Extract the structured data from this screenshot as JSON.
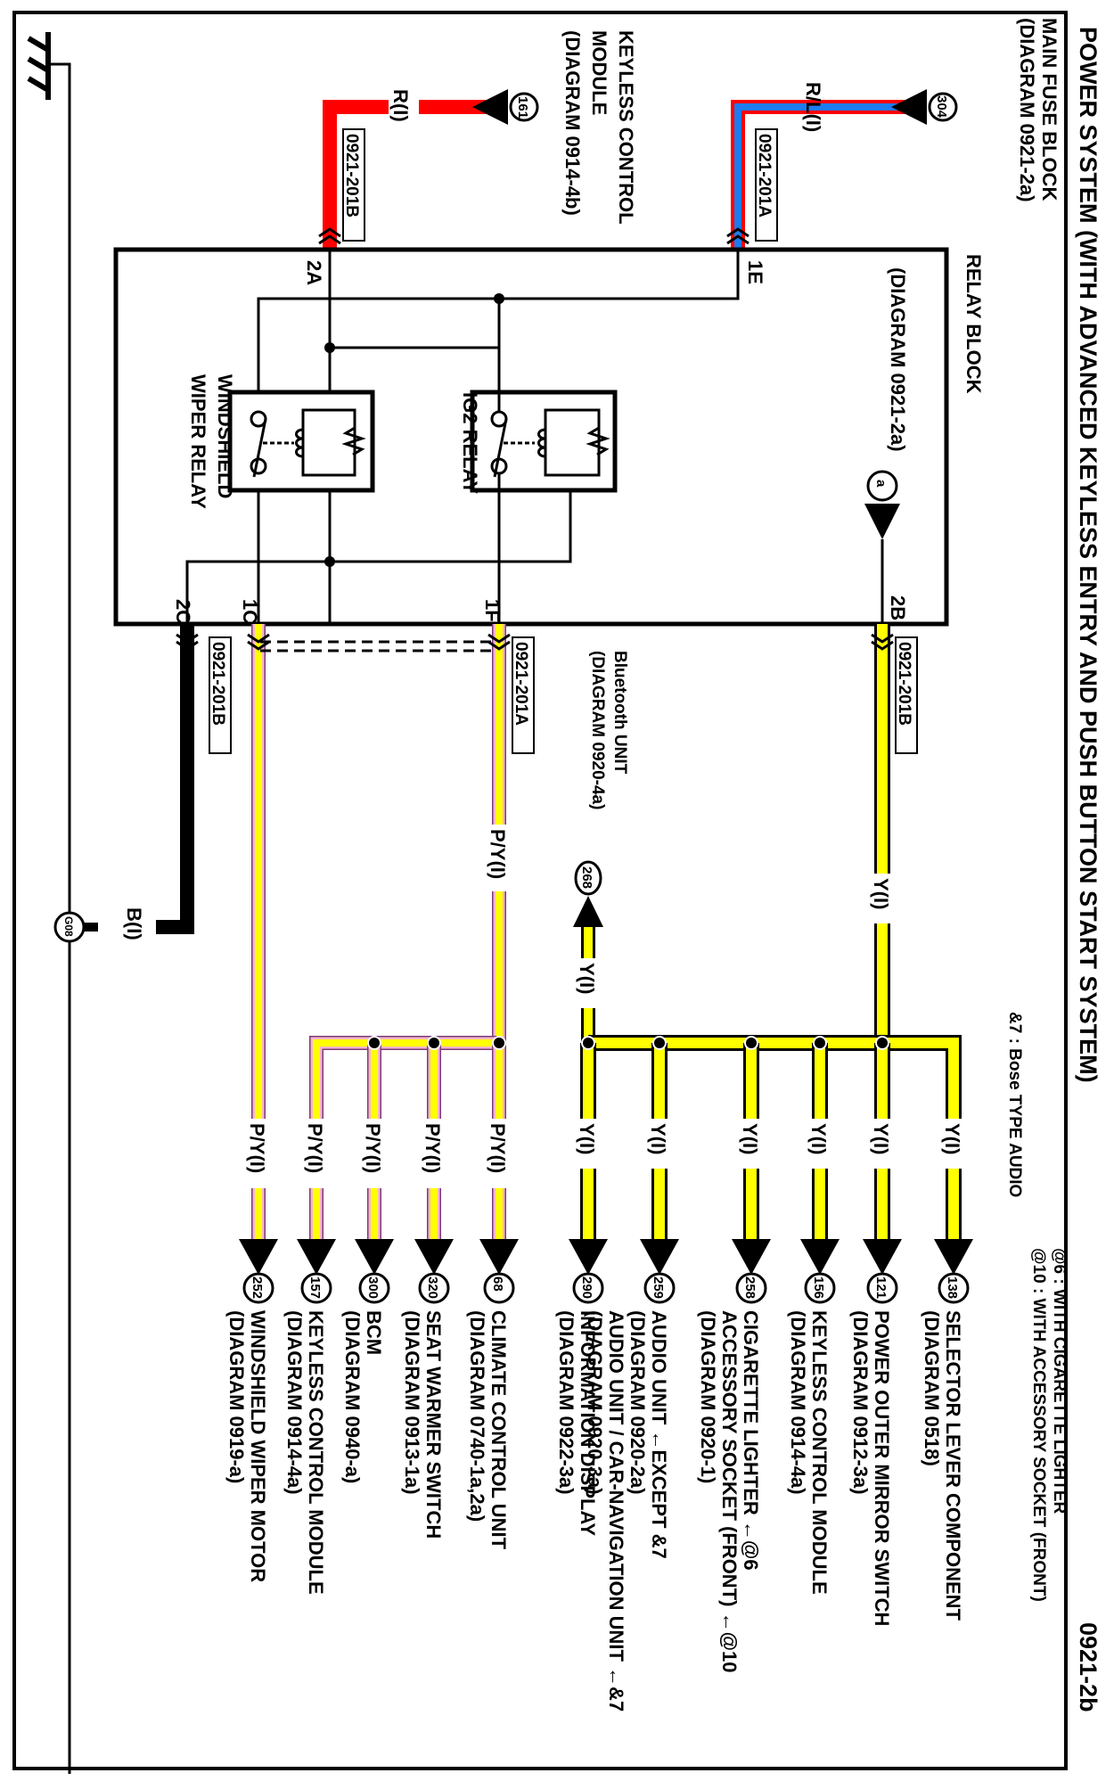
{
  "header": {
    "title": "POWER SYSTEM (WITH ADVANCED KEYLESS ENTRY AND PUSH BUTTON START SYSTEM)",
    "diagram_number": "0921-2b"
  },
  "notes": [
    "@6 : WITH CIGARETTE LIGHTER",
    "@10 : WITH ACCESSORY SOCKET (FRONT)",
    "&7 : Bose TYPE AUDIO"
  ],
  "sources": {
    "main_fuse_block": {
      "label": "MAIN FUSE BLOCK",
      "ref": "(DIAGRAM 0921-2a)",
      "connector": "304",
      "wire": "R/L(I)",
      "harness": "0921-201A",
      "pin": "1E"
    },
    "keyless_control_module": {
      "label1": "KEYLESS CONTROL",
      "label2": "MODULE",
      "ref": "(DIAGRAM 0914-4b)",
      "connector": "161",
      "wire": "R(I)",
      "harness": "0921-201B",
      "pin": "2A"
    }
  },
  "relay_block": {
    "label": "RELAY BLOCK",
    "ref": "(DIAGRAM 0921-2a)",
    "connector_ref": "a",
    "relays": [
      {
        "label1": "IG2 RELAY",
        "label2": ""
      },
      {
        "label1": "WINDSHIELD",
        "label2": "WIPER RELAY"
      }
    ],
    "pins": {
      "p2B": "2B",
      "p1F": "1F",
      "p1C": "1C",
      "p2C": "2C"
    }
  },
  "outputs": {
    "harness_2B": "0921-201B",
    "harness_1F": "0921-201A",
    "harness_2C": "0921-201B",
    "bluetooth": {
      "label": "Bluetooth UNIT",
      "ref": "(DIAGRAM 0920-4a)",
      "connector": "268",
      "wire": "Y(I)"
    },
    "ground": {
      "connector": "G08",
      "wire": "B(I)"
    },
    "trunk_2B_wire": "Y(I)",
    "trunk_1F_wire": "P/Y(I)"
  },
  "destinations": [
    {
      "connector": "138",
      "wire": "Y(I)",
      "lines": [
        "SELECTOR LEVER COMPONENT",
        "(DIAGRAM 0518)"
      ]
    },
    {
      "connector": "121",
      "wire": "Y(I)",
      "lines": [
        "POWER OUTER MIRROR SWITCH",
        "(DIAGRAM 0912-3a)"
      ]
    },
    {
      "connector": "156",
      "wire": "Y(I)",
      "lines": [
        "KEYLESS CONTROL MODULE",
        "(DIAGRAM 0914-4a)"
      ]
    },
    {
      "connector": "258",
      "wire": "Y(I)",
      "lines": [
        "CIGARETTE LIGHTER ←@6",
        "ACCESSORY SOCKET (FRONT) ←@10",
        "(DIAGRAM 0920-1)"
      ]
    },
    {
      "connector": "259",
      "wire": "Y(I)",
      "lines": [
        "AUDIO UNIT ←EXCEPT &7",
        "(DIAGRAM 0920-2a)",
        "AUDIO UNIT / CAR-NAVIGATION UNIT ←&7",
        "(DIAGRAM 0920-3a)"
      ]
    },
    {
      "connector": "290",
      "wire": "Y(I)",
      "lines": [
        "INFORMATION DISPLAY",
        "(DIAGRAM 0922-3a)"
      ]
    },
    {
      "connector": "68",
      "wire": "P/Y(I)",
      "lines": [
        "CLIMATE CONTROL UNIT",
        "(DIAGRAM 0740-1a,2a)"
      ]
    },
    {
      "connector": "320",
      "wire": "P/Y(I)",
      "lines": [
        "SEAT WARMER SWITCH",
        "(DIAGRAM 0913-1a)"
      ]
    },
    {
      "connector": "300",
      "wire": "P/Y(I)",
      "lines": [
        "BCM",
        "(DIAGRAM 0940-a)"
      ]
    },
    {
      "connector": "157",
      "wire": "P/Y(I)",
      "lines": [
        "KEYLESS CONTROL MODULE",
        "(DIAGRAM 0914-4a)"
      ]
    },
    {
      "connector": "252",
      "wire": "P/Y(I)",
      "lines": [
        "WINDSHIELD WIPER MOTOR",
        "(DIAGRAM 0919-a)"
      ]
    }
  ],
  "colors": {
    "red": "#ff0000",
    "blue": "#1e7bf0",
    "yellow": "#ffff00",
    "pink": "#f4b6c8",
    "black": "#000000"
  }
}
